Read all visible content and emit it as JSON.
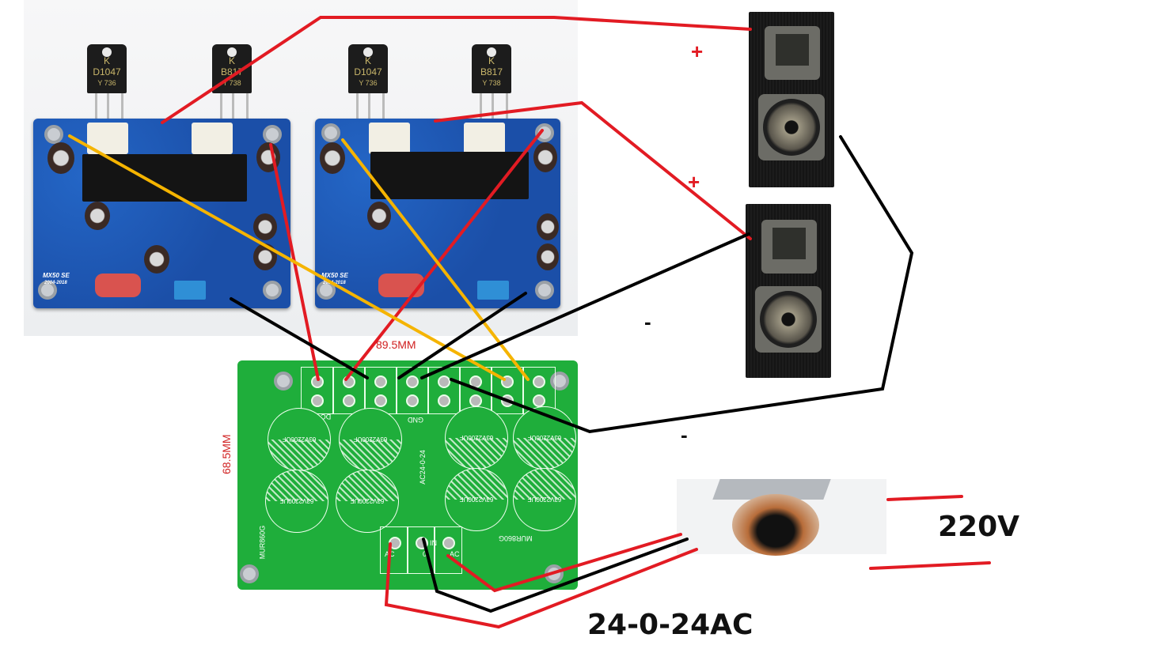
{
  "amplifier_boards": [
    {
      "model_label": "MX50 SE",
      "year_label": "2004-2018",
      "transistors": [
        {
          "brand": "K",
          "part": "D1047",
          "code": "Y 736"
        },
        {
          "brand": "K",
          "part": "B817",
          "code": "Y 738"
        }
      ]
    },
    {
      "model_label": "MX50 SE",
      "year_label": "2004-2018",
      "transistors": [
        {
          "brand": "K",
          "part": "D1047",
          "code": "Y 736"
        },
        {
          "brand": "K",
          "part": "B817",
          "code": "Y 738"
        }
      ]
    }
  ],
  "power_supply_board": {
    "width_label": "89.5MM",
    "height_label": "68.5MM",
    "capacitor_label": "63V2200UF",
    "gnd_label": "GND",
    "dc_plus_label": "DC+",
    "ac_in_label": "AC IN",
    "ac_label": "AC",
    "zero_label": "0",
    "diode_label": "MUR860G",
    "model_label": "AC24-0-24"
  },
  "annotations": {
    "plus_1": "+",
    "plus_2": "+",
    "minus_1": "-",
    "minus_2": "-",
    "mains_voltage": "220V",
    "secondary_voltage": "24-0-24AC"
  },
  "wire_colors": {
    "positive": "#e21b23",
    "negative": "#000000",
    "signal": "#f5b400"
  }
}
